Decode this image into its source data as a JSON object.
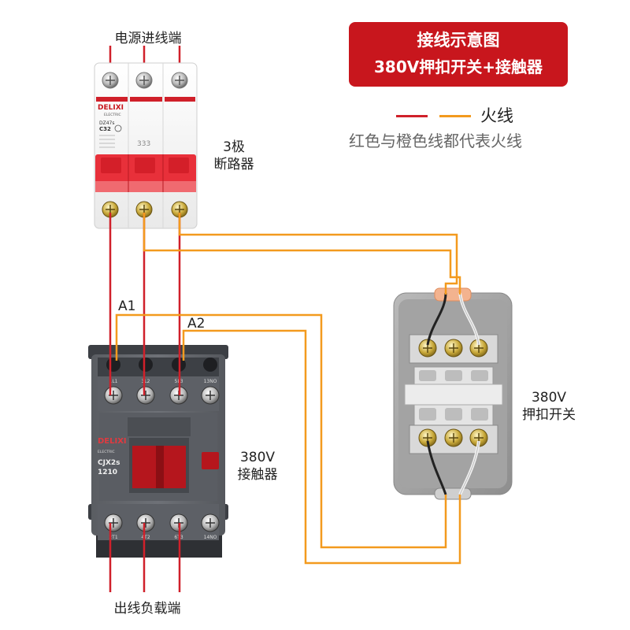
{
  "title": {
    "line1": "接线示意图",
    "line2": "380V押扣开关+接触器"
  },
  "legend": {
    "label": "火线",
    "note": "红色与橙色线都代表火线",
    "colors": {
      "red": "#d0202a",
      "orange": "#f39a1e"
    }
  },
  "labels": {
    "power_input": "电源进线端",
    "breaker_line1": "3极",
    "breaker_line2": "断路器",
    "a1": "A1",
    "a2": "A2",
    "contactor_line1": "380V",
    "contactor_line2": "接触器",
    "switch_line1": "380V",
    "switch_line2": "押扣开关",
    "output_load": "出线负载端"
  },
  "breaker": {
    "brand": "DELIXI",
    "sub": "ELECTRIC",
    "model": "DZ47s",
    "rating": "C32",
    "mark": "333"
  },
  "contactor": {
    "brand": "DELIXI",
    "sub": "ELECTRIC",
    "model": "CJX2s",
    "number": "1210",
    "terminals_top": [
      "1L1",
      "3L2",
      "5L3",
      "13NO"
    ],
    "terminals_bottom": [
      "2T1",
      "4T2",
      "6T3",
      "14NO"
    ]
  }
}
